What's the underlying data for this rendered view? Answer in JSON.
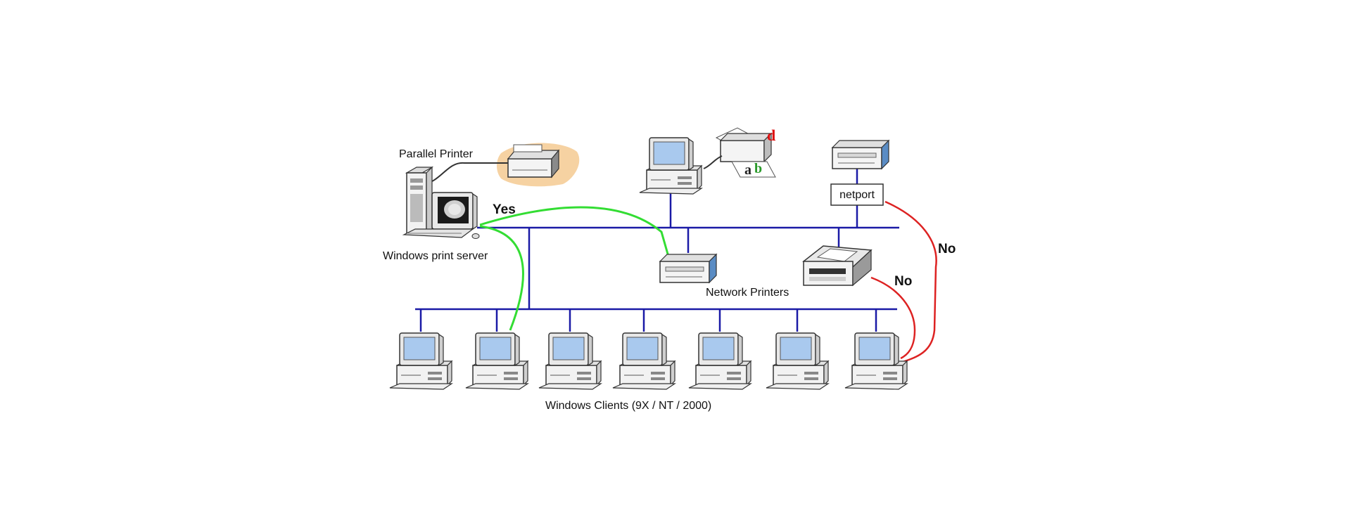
{
  "labels": {
    "parallel_printer": "Parallel Printer",
    "print_server": "Windows print server",
    "yes": "Yes",
    "netport": "netport",
    "no_top": "No",
    "no_bottom": "No",
    "network_printers": "Network Printers",
    "clients": "Windows Clients (9X / NT / 2000)"
  },
  "colors": {
    "bus": "#1a1aa6",
    "yes_path": "#33dd33",
    "no_path": "#dd2222",
    "screen": "#a9c9ee",
    "device": "#f4f4f4",
    "outline": "#333333",
    "paper_bg": "#f6d2a2"
  },
  "icons": {
    "client": "desktop-computer-icon",
    "server": "tower-server-icon",
    "printer": "printer-icon"
  }
}
